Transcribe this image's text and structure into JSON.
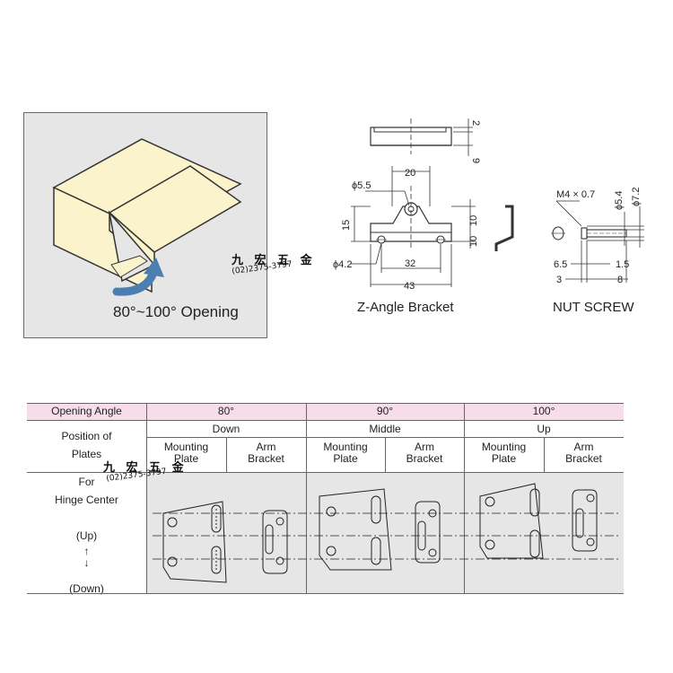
{
  "illustration": {
    "caption": "80°~100° Opening"
  },
  "watermark": {
    "chars": "九 宏 五 金",
    "phone": "(02)2375-3797"
  },
  "z_bracket": {
    "title": "Z-Angle Bracket",
    "dims": {
      "top_thickness": "2",
      "top_height": "9",
      "hole_dia": "ϕ5.5",
      "top_width": "20",
      "height_left": "15",
      "height_right": "10",
      "height_right2": "10",
      "slot_dia": "ϕ4.2",
      "hole_pitch": "32",
      "overall_length": "43"
    }
  },
  "nut_screw": {
    "title": "NUT SCREW",
    "dims": {
      "thread": "M4 × 0.7",
      "dia_small": "ϕ5.4",
      "dia_large": "ϕ7.2",
      "len_a": "6.5",
      "len_b": "1.5",
      "len_c": "3",
      "len_d": "8"
    }
  },
  "table": {
    "header": {
      "opening_angle": "Opening Angle",
      "angle_80": "80°",
      "angle_90": "90°",
      "angle_100": "100°"
    },
    "position_label_line1": "Position of",
    "position_label_line2": "Plates",
    "positions": {
      "down": "Down",
      "middle": "Middle",
      "up": "Up"
    },
    "mounting_plate_line1": "Mounting",
    "mounting_plate_line2": "Plate",
    "arm_bracket_line1": "Arm",
    "arm_bracket_line2": "Bracket",
    "hinge_label_line1": "For",
    "hinge_label_line2": "Hinge Center",
    "up_label": "(Up)",
    "up_arrow": "↑",
    "down_arrow": "↓",
    "down_label": "(Down)"
  }
}
